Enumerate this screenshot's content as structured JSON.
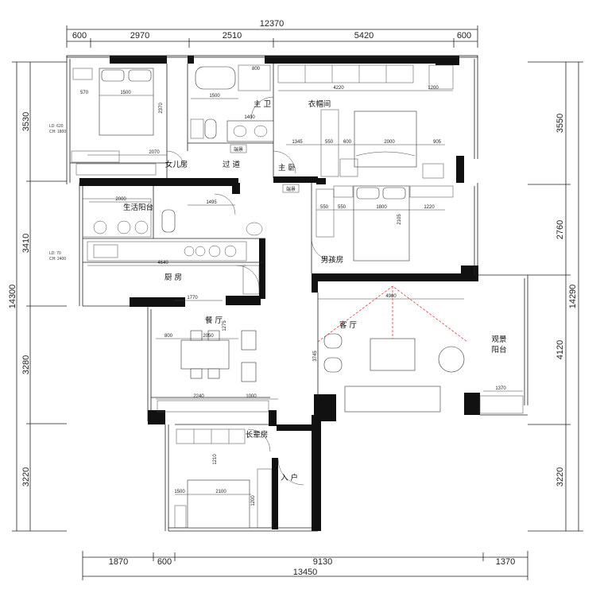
{
  "dimensions": {
    "top_total": "12370",
    "top_segments": [
      "600",
      "2970",
      "2510",
      "5420",
      "600"
    ],
    "bottom_total": "13450",
    "bottom_segments": [
      "1870",
      "600",
      "9130",
      "1370"
    ],
    "left_total": "14300",
    "left_segments": [
      "3530",
      "3410",
      "3280",
      "3220"
    ],
    "right_total": "14290",
    "right_segments": [
      "3550",
      "2760",
      "4120",
      "3220"
    ]
  },
  "rooms": {
    "master_bath": "主 卫",
    "closet": "衣帽间",
    "daughter_room": "女儿房",
    "corridor": "过 道",
    "master_bedroom": "主 卧",
    "utility_balcony": "生活阳台",
    "boy_room": "男孩房",
    "kitchen": "厨 房",
    "living_room": "客 厅",
    "dining_room": "餐 厅",
    "view_balcony_1": "观景",
    "view_balcony_2": "阳台",
    "elder_room": "长辈房",
    "entrance": "入 户"
  },
  "labels": {
    "display_1": "端景",
    "display_2": "端景",
    "ld_1a": "LD: 620",
    "ld_1b": "CH: 1800",
    "ld_2a": "LD: 70",
    "ld_2b": "CH: 2400"
  },
  "interior_dims": {
    "d1500a": "1500",
    "d570": "570",
    "d2070": "2070",
    "d2370": "2370",
    "d1500b": "1500",
    "d1400": "1400",
    "d800a": "800",
    "d4220": "4220",
    "d1200a": "1200",
    "d1345": "1345",
    "d550a": "550",
    "d600a": "600",
    "d2000a": "2000",
    "d905": "905",
    "d2000b": "2000",
    "d1495": "1495",
    "d550b": "550",
    "d550c": "550",
    "d1800": "1800",
    "d1220": "1220",
    "d2105": "2105",
    "d4640": "4640",
    "d1770": "1770",
    "d800b": "800",
    "d2050": "2050",
    "d2240": "2240",
    "d1000": "1000",
    "d4980": "4980",
    "d3745": "3745",
    "d1370": "1370",
    "d1500c": "1500",
    "d2100": "2100",
    "d1210": "1210",
    "d1275": "1275",
    "d1200b": "1200"
  }
}
